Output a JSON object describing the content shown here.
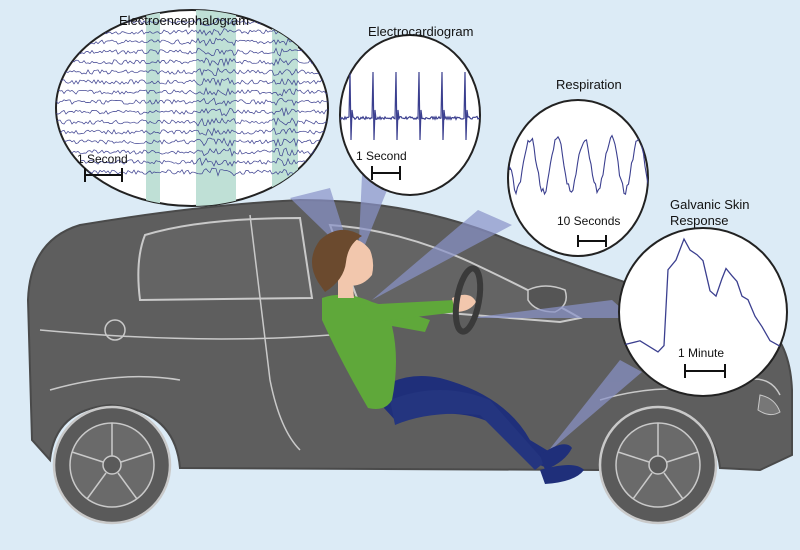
{
  "colors": {
    "background": "#dcebf6",
    "car_body": "#5e5e5e",
    "car_lines": "#c9c9c9",
    "signal_trace": "#3b3f8f",
    "eeg_highlight": "#bfe0d6",
    "beam": "#8a93c9",
    "shirt": "#5fa83a",
    "pants": "#1f2f7a",
    "skin": "#f2c7ad",
    "hair": "#6b4a2e"
  },
  "signals": {
    "eeg": {
      "title": "Electroencephalogram",
      "scale": "1 Second"
    },
    "ecg": {
      "title": "Electrocardiogram",
      "scale": "1 Second"
    },
    "resp": {
      "title": "Respiration",
      "scale": "10 Seconds"
    },
    "gsr": {
      "title_line1": "Galvanic Skin",
      "title_line2": "Response",
      "scale": "1 Minute"
    }
  }
}
